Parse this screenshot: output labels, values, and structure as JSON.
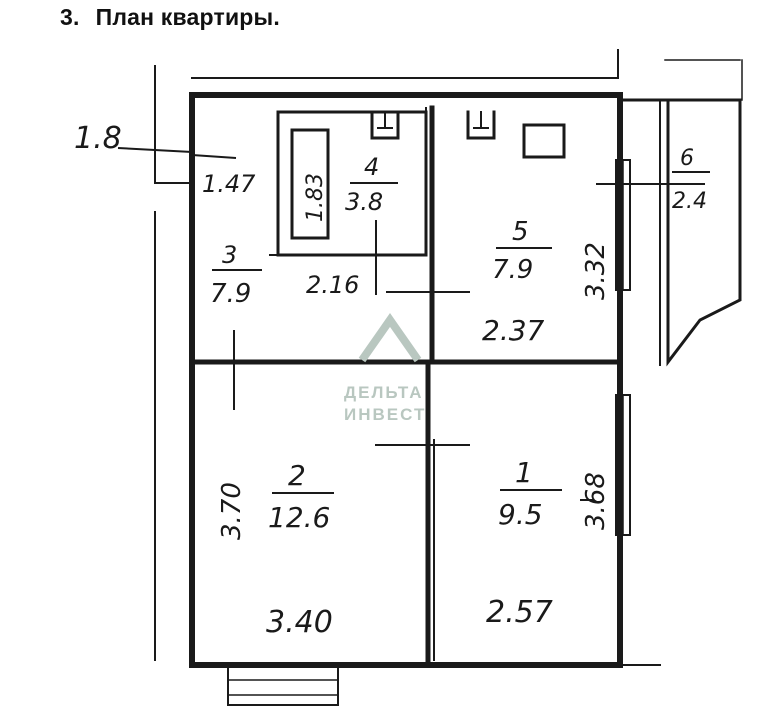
{
  "heading": {
    "number": "3.",
    "title": "План квартиры."
  },
  "watermark": {
    "line1": "ДЕЛЬТА",
    "line2": "ИНВЕСТ"
  },
  "rooms": [
    {
      "id": "1",
      "area": "9.5"
    },
    {
      "id": "2",
      "area": "12.6"
    },
    {
      "id": "3",
      "area": "7.9"
    },
    {
      "id": "4",
      "area": "3.8"
    },
    {
      "id": "5",
      "area": "7.9"
    },
    {
      "id": "6",
      "area": "2.4"
    }
  ],
  "dimensions": {
    "left_outer": "1.8",
    "corridor_top": "1.47",
    "bath_width": "1.83",
    "corridor_width": "2.16",
    "kitchen_width": "2.37",
    "kitchen_height": "3.32",
    "room2_height": "3.70",
    "room2_width": "3.40",
    "room1_height": "3.68",
    "room1_width": "2.57"
  },
  "colors": {
    "ink": "#1a1a1a",
    "watermark": "#b9c7c0"
  }
}
